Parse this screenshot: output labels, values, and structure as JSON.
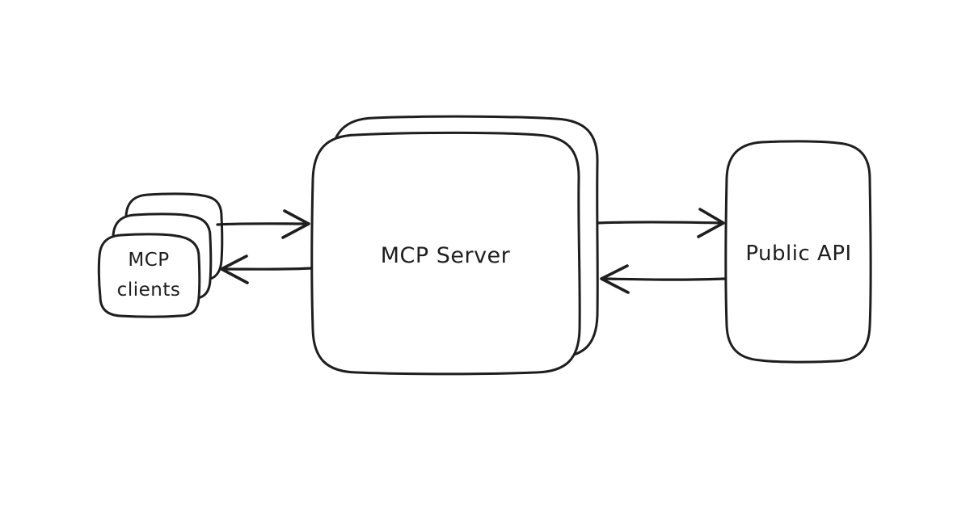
{
  "diagram": {
    "background_color": "#ffffff",
    "stroke_color": "#1e1e1e",
    "node_fill_color": "#ffffff",
    "nodes": [
      {
        "id": "mcp-clients",
        "label_lines": [
          "MCP",
          "clients"
        ],
        "shape": "rounded-rectangle-stack",
        "stack_count": 3
      },
      {
        "id": "mcp-server",
        "label_lines": [
          "MCP Server"
        ],
        "shape": "rounded-rectangle-stack",
        "stack_count": 2
      },
      {
        "id": "public-api",
        "label_lines": [
          "Public API"
        ],
        "shape": "rounded-rectangle",
        "stack_count": 1
      }
    ],
    "edges": [
      {
        "from": "mcp-clients",
        "to": "mcp-server",
        "arrow": "right"
      },
      {
        "from": "mcp-server",
        "to": "mcp-clients",
        "arrow": "left"
      },
      {
        "from": "mcp-server",
        "to": "public-api",
        "arrow": "right"
      },
      {
        "from": "public-api",
        "to": "mcp-server",
        "arrow": "left"
      }
    ]
  }
}
